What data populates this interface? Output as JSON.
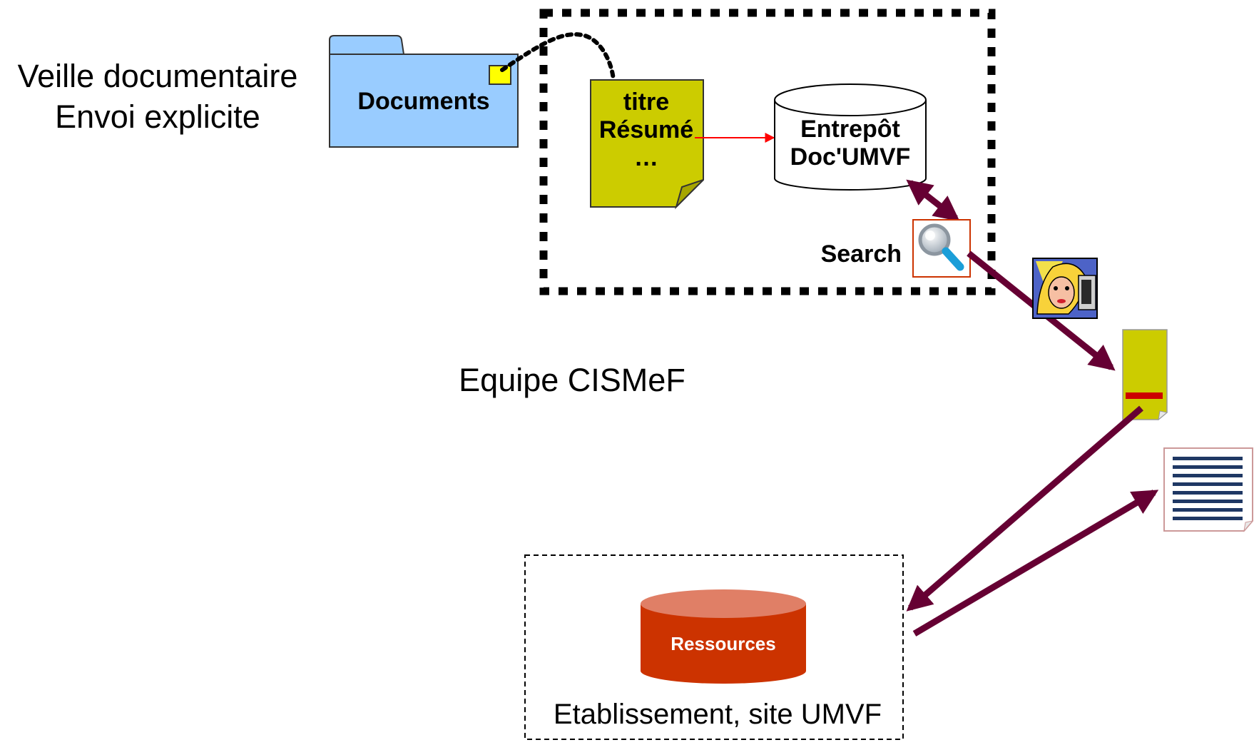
{
  "labels": {
    "veille_line1": "Veille documentaire",
    "veille_line2": "Envoi explicite",
    "documents": "Documents",
    "note_line1": "titre",
    "note_line2": "Résumé",
    "note_line3": "…",
    "entrepot_line1": "Entrepôt",
    "entrepot_line2": "Doc'UMVF",
    "search": "Search",
    "equipe": "Equipe CISMeF",
    "ressources": "Ressources",
    "etablissement": "Etablissement, site UMVF"
  },
  "icons": {
    "folder": "folder-icon",
    "note": "sticky-note-icon",
    "database": "database-icon",
    "search": "magnifier-icon",
    "user": "user-at-computer-icon",
    "document_small": "note-document-icon",
    "document_lines": "text-document-icon"
  },
  "colors": {
    "folder_fill": "#99CCFF",
    "note_fill": "#CCCC00",
    "arrow": "#660033",
    "red_link": "#FF0000",
    "ressources_fill": "#CC3300",
    "ressources_top": "#E07F66",
    "document_lines": "#1F3864"
  }
}
